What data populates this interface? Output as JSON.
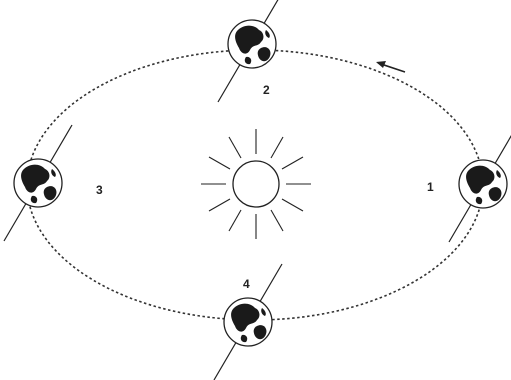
{
  "diagram": {
    "colors": {
      "line": "#222222",
      "land": "#1a1a1a",
      "background": "#ffffff"
    },
    "icons": {
      "sun": "sun-icon",
      "earth": "earth-globe-icon",
      "direction": "orbit-direction-arrow-icon"
    },
    "positions": [
      {
        "label": "1"
      },
      {
        "label": "2"
      },
      {
        "label": "3"
      },
      {
        "label": "4"
      }
    ]
  }
}
